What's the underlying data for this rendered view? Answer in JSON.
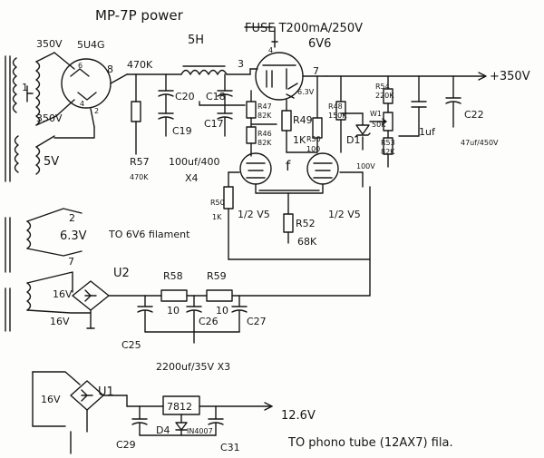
{
  "title": "MP-7P power",
  "labels": {
    "choke": "5H",
    "fuse": "FUSE T200mA/250V",
    "v6v6": "6V6",
    "v6v6_heater": "6.3V",
    "rect_tube": "5U4G",
    "hv_top": "350V",
    "hv_bottom": "350V",
    "rect_heater": "5V",
    "r_470k_top": "470K",
    "c20": "C20",
    "c18": "C18",
    "c19": "C19",
    "c17": "C17",
    "r57": "R57",
    "r57_val": "470K",
    "cap_group": "100uf/400",
    "cap_mult": "X4",
    "out_hv": "+350V",
    "r47": "R47",
    "r47_val": "82K",
    "r46": "R46",
    "r46_val": "82K",
    "r49": "R49",
    "r49_val": "1K",
    "r50": "R50",
    "r50_val": "100",
    "r48": "R48",
    "r48_val": "150K",
    "d1": "D1",
    "d1_val": "100V",
    "r54": "R54",
    "r54_val": "220K",
    "w1": "W1",
    "w1_val": "50K",
    "r53": "R53",
    "r53_val": "82K",
    "cap_1uf": "1uf",
    "c22": "C22",
    "c22_val": "47uf/450V",
    "f_mark": "f",
    "r50b": "R50",
    "r50b_val": "1K",
    "v5_left": "1/2 V5",
    "v5_right": "1/2 V5",
    "r52": "R52",
    "r52_val": "68K",
    "heater2_num": "2",
    "heater7_num": "7",
    "heater_63v": "6.3V",
    "to_6v6": "TO 6V6 filament",
    "u2": "U2",
    "v16_a": "16V",
    "v16_b": "16V",
    "r58": "R58",
    "r58_val": "10",
    "r59": "R59",
    "r59_val": "10",
    "c25": "C25",
    "c26": "C26",
    "c27": "C27",
    "c_group2": "2200uf/35V X3",
    "u1": "U1",
    "v16_c": "16V",
    "reg": "7812",
    "out_126": "12.6V",
    "d4": "D4",
    "d4_val": "IN4007",
    "c29": "C29",
    "c31": "C31",
    "to_phono": "TO phono tube (12AX7) fila.",
    "pin6": "6",
    "pin8": "8",
    "pin4": "4",
    "pin2": "2",
    "pin3": "3",
    "pin7": "7"
  }
}
